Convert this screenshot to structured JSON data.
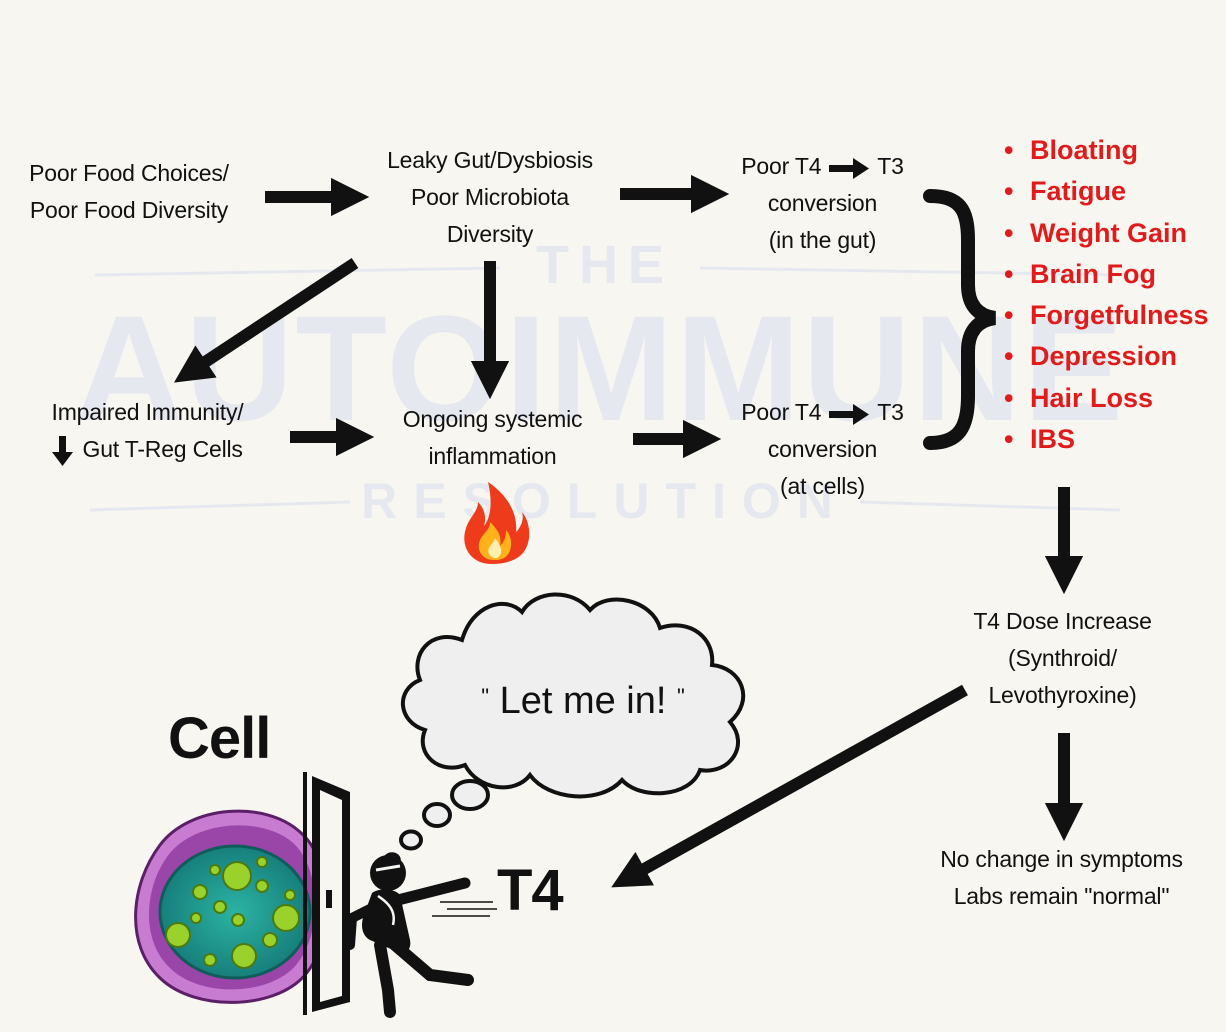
{
  "watermark": {
    "line1": "THE",
    "line2": "AUTOIMMUNE",
    "line3": "RESOLUTION"
  },
  "nodes": {
    "poor_food": {
      "lines": [
        "Poor Food Choices/",
        "Poor Food Diversity"
      ]
    },
    "leaky_gut": {
      "lines": [
        "Leaky Gut/Dysbiosis",
        "Poor Microbiota",
        "Diversity"
      ]
    },
    "t4_gut": {
      "line1_left": "Poor T4",
      "line1_right": "T3",
      "lines": [
        "conversion",
        "(in the gut)"
      ]
    },
    "immunity": {
      "line1": "Impaired Immunity/",
      "line2": "Gut T-Reg Cells"
    },
    "inflammation": {
      "lines": [
        "Ongoing systemic",
        "inflammation"
      ]
    },
    "t4_cells": {
      "line1_left": "Poor T4",
      "line1_right": "T3",
      "lines": [
        "conversion",
        "(at cells)"
      ]
    },
    "dose": {
      "lines": [
        "T4 Dose Increase",
        "(Synthroid/",
        "Levothyroxine)"
      ]
    },
    "no_change": {
      "lines": [
        "No change in symptoms",
        "Labs remain \"normal\""
      ]
    }
  },
  "symptoms": [
    "Bloating",
    "Fatigue",
    "Weight Gain",
    "Brain Fog",
    "Forgetfulness",
    "Depression",
    "Hair Loss",
    "IBS"
  ],
  "cell_title": "Cell",
  "t4_label": "T4",
  "thought": {
    "quote_open": "\"",
    "text": "Let me in!",
    "quote_close": "\""
  },
  "icons": {
    "fire": "fire-icon",
    "cell": "cell-icon",
    "door": "door-icon",
    "person": "person-pushing-icon",
    "cloud": "thought-cloud-icon"
  },
  "colors": {
    "symptom_red": "#e01b1b",
    "cell_purple": "#8a3a96",
    "cell_teal": "#1f8f8a",
    "cell_green": "#9ad12b",
    "fire_red": "#ee3b1c",
    "fire_orange": "#ffb21a",
    "watermark": "#e4e6ee"
  }
}
